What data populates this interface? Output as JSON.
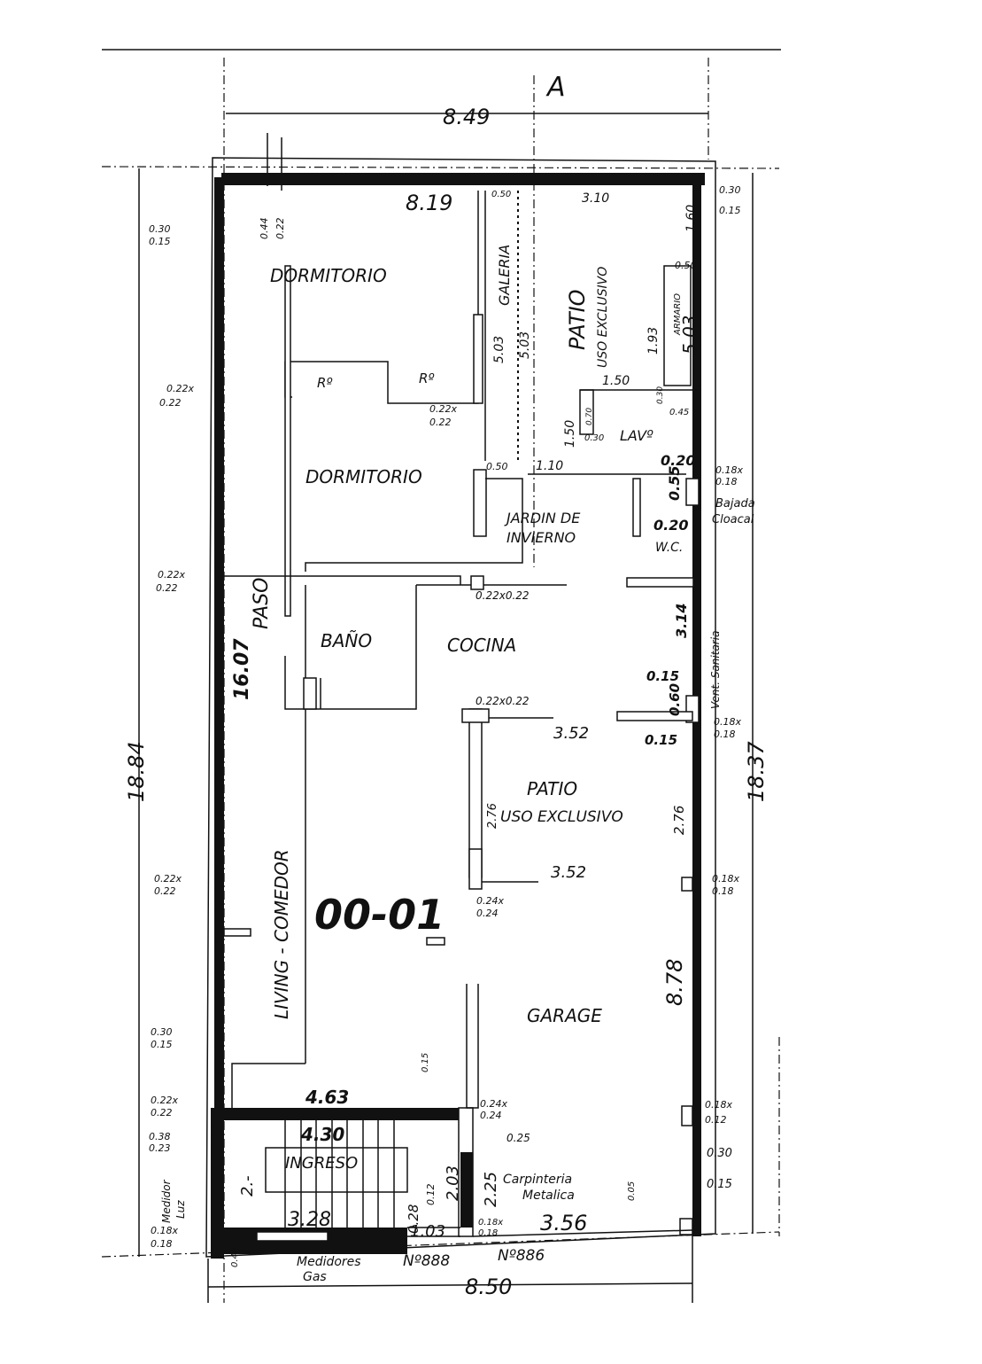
{
  "plan": {
    "section_marker": "A",
    "unit_id": "00-01",
    "overall_width_top": "8.49",
    "overall_width_bottom": "8.50",
    "overall_depth_left": "18.84",
    "overall_depth_right": "18.37"
  },
  "rooms": {
    "dormitorio_1": "DORMITORIO",
    "dormitorio_2": "DORMITORIO",
    "galeria": "GALERIA",
    "patio_1": "PATIO",
    "patio_1_sub": "USO EXCLUSIVO",
    "armario": "ARMARIO",
    "ropero_1": "Rº",
    "ropero_2": "Rº",
    "lavadero": "LAVº",
    "jardin_1": "JARDIN DE",
    "jardin_2": "INVIERNO",
    "wc": "W.C.",
    "paso": "PASO",
    "bano": "BAÑO",
    "cocina": "COCINA",
    "patio_2": "PATIO",
    "patio_2_sub": "USO EXCLUSIVO",
    "living": "LIVING - COMEDOR",
    "garage": "GARAGE",
    "ingreso": "INGRESO"
  },
  "notes": {
    "bajada_1": "Bajada",
    "bajada_2": "Cloacal",
    "vent": "Vent. Sanitaria",
    "carpinteria_1": "Carpinteria",
    "carpinteria_2": "Metalica",
    "medidor_luz_1": "Medidor",
    "medidor_luz_2": "Luz",
    "medidores_gas_1": "Medidores",
    "medidores_gas_2": "Gas",
    "num_888": "Nº888",
    "num_886": "Nº886"
  },
  "dims": {
    "d819": "8.19",
    "d050a": "0.50",
    "d310": "3.10",
    "d030a": "0.30",
    "d015a": "0.15",
    "d044": "0.44",
    "d022a": "0.22",
    "d030r": "0.30",
    "d015r": "0.15",
    "d503a": "5.03",
    "d503b": "5.03",
    "d160": "1.60",
    "d050b": "0.50",
    "d503c": "5.03",
    "d193": "1.93",
    "c22a1": "0.22x",
    "c22a2": "0.22",
    "c22b1": "0.22x",
    "c22b2": "0.22",
    "d150a": "1.50",
    "d150b": "1.50",
    "d070": "0.70",
    "d030b": "0.30",
    "d030c": "0.30",
    "d045": "0.45",
    "d050c": "0.50",
    "d110": "1.10",
    "d020a": "0.20",
    "d055": "0.55",
    "d020b": "0.20",
    "c18a1": "0.18x",
    "c18a2": "0.18",
    "c22c1": "0.22x",
    "c22c2": "0.22",
    "d1607": "16.07",
    "c22d": "0.22x0.22",
    "d314": "3.14",
    "c22e": "0.22x0.22",
    "d015b": "0.15",
    "d060": "0.60",
    "d015c": "0.15",
    "d352a": "3.52",
    "c18b1": "0.18x",
    "c18b2": "0.18",
    "d276a": "2.76",
    "d276b": "2.76",
    "d352b": "3.52",
    "c24a1": "0.24x",
    "c24a2": "0.24",
    "c22f1": "0.22x",
    "c22f2": "0.22",
    "c18c1": "0.18x",
    "c18c2": "0.18",
    "d878": "8.78",
    "d030d": "0.30",
    "d015d": "0.15",
    "d015e": "0.15",
    "c22g1": "0.22x",
    "c22g2": "0.22",
    "d463": "4.63",
    "d430": "4.30",
    "c24b1": "0.24x",
    "c24b2": "0.24",
    "d025": "0.25",
    "d038": "0.38",
    "d023": "0.23",
    "d2": "2.-",
    "d203": "2.03",
    "d225": "2.25",
    "d028": "0.28",
    "d012": "0.12",
    "d328": "3.28",
    "d103": "1.03",
    "d356": "3.56",
    "d005": "0.05",
    "c18d1": "0.18x",
    "c18d2": "0.18",
    "c19a1": "0.18x",
    "c19a2": "0.18",
    "c18e1": "0.18x",
    "c18e2": "0.12",
    "d030e": "0.30",
    "d015f": "0.15",
    "d040": "0.40"
  }
}
